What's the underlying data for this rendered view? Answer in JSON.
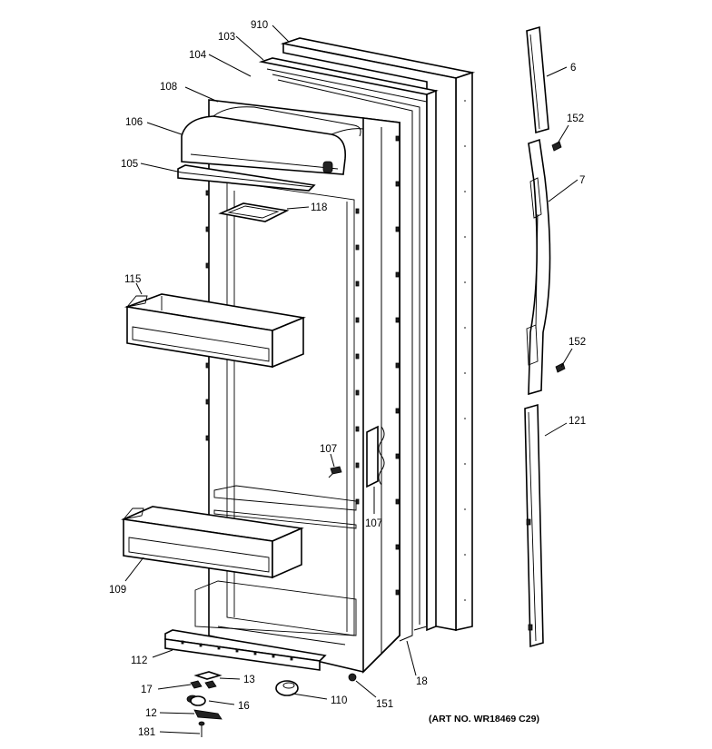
{
  "art_number": "(ART NO. WR18469 C29)",
  "callouts": {
    "c910": "910",
    "c103": "103",
    "c104": "104",
    "c108": "108",
    "c106": "106",
    "c105": "105",
    "c118": "118",
    "c115": "115",
    "c107a": "107",
    "c107b": "107",
    "c109": "109",
    "c112": "112",
    "c13": "13",
    "c17": "17",
    "c16": "16",
    "c12": "12",
    "c181": "181",
    "c110": "110",
    "c151": "151",
    "c18": "18",
    "c6": "6",
    "c152a": "152",
    "c7": "7",
    "c152b": "152",
    "c121": "121"
  }
}
